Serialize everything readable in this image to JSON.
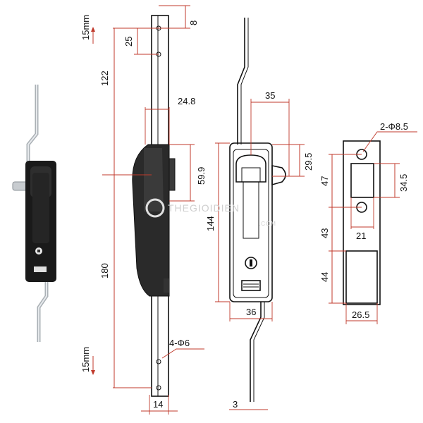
{
  "dimensions": {
    "d15mm_top": "15mm",
    "d8": "8",
    "d25": "25",
    "d122": "122",
    "d24_8": "24.8",
    "d59_9": "59.9",
    "d180": "180",
    "d4_phi6": "4-Φ6",
    "d15mm_bottom": "15mm",
    "d14": "14",
    "d35": "35",
    "d29_5": "29.5",
    "d144": "144",
    "d36": "36",
    "d3": "3",
    "d2_phi8_5": "2-Φ8.5",
    "d47": "47",
    "d34_5": "34.5",
    "d43": "43",
    "d21": "21",
    "d44": "44",
    "d26_5": "26.5"
  },
  "watermark": "THEGIOIDIEN",
  "watermark_sub": ".COM",
  "colors": {
    "dimension": "#c0392b",
    "handle": "#1a1a1a",
    "steel": "#c8ccd0"
  }
}
